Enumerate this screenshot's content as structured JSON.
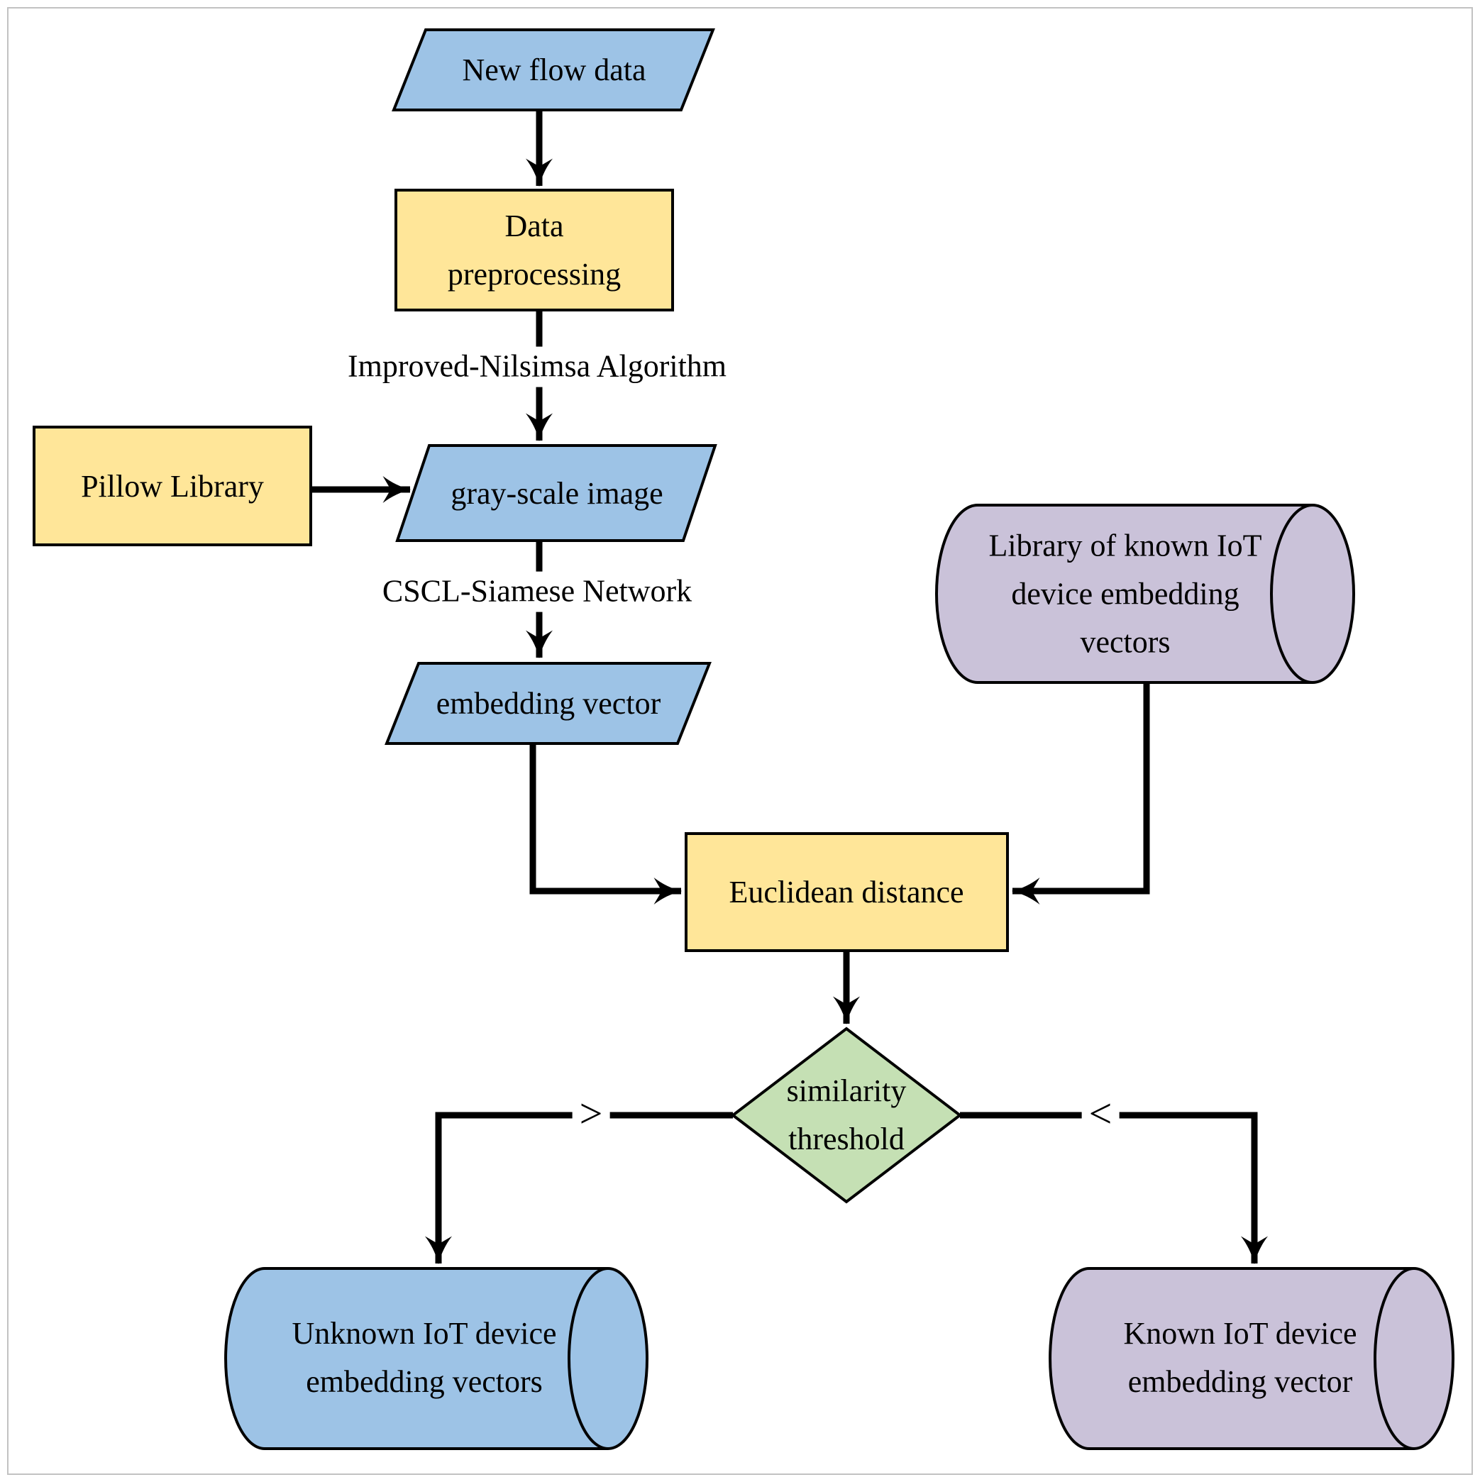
{
  "colors": {
    "process_fill": "#ffe699",
    "data_fill": "#9dc3e6",
    "decision_fill": "#c5e0b4",
    "storage_fill": "#cac2d9",
    "line": "#000000",
    "page_border": "#c2c2c2"
  },
  "nodes": {
    "new_flow_data": {
      "label": "New flow data",
      "shape": "parallelogram"
    },
    "data_preprocessing": {
      "label": "Data\npreprocessing",
      "shape": "rectangle"
    },
    "pillow_library": {
      "label": "Pillow Library",
      "shape": "rectangle"
    },
    "gray_scale_image": {
      "label": "gray-scale image",
      "shape": "parallelogram"
    },
    "embedding_vector": {
      "label": "embedding vector",
      "shape": "parallelogram"
    },
    "library_of_known": {
      "label": "Library of known IoT\ndevice embedding\nvectors",
      "shape": "cylinder"
    },
    "euclidean_distance": {
      "label": "Euclidean distance",
      "shape": "rectangle"
    },
    "similarity_threshold": {
      "label": "similarity\nthreshold",
      "shape": "diamond"
    },
    "unknown_iot_device": {
      "label": "Unknown IoT device\nembedding vectors",
      "shape": "cylinder"
    },
    "known_iot_device": {
      "label": "Known IoT device\nembedding vector",
      "shape": "cylinder"
    }
  },
  "edge_labels": {
    "improved_nilsimsa": "Improved-Nilsimsa Algorithm",
    "cscl_siamese": "CSCL-Siamese Network",
    "greater_than": ">",
    "less_than": "<"
  }
}
